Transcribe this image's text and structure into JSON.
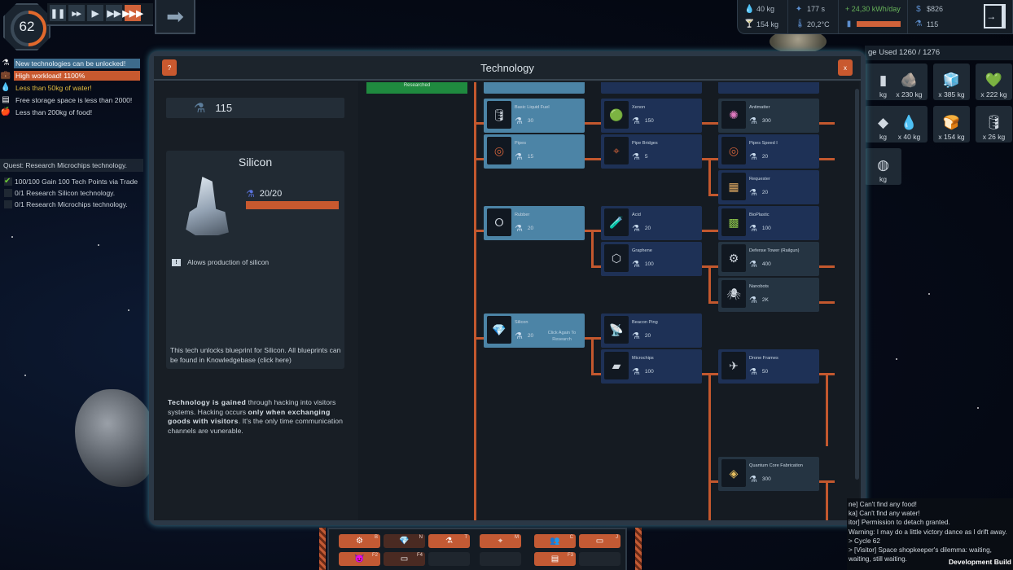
{
  "hud": {
    "cycle": "62",
    "speed_buttons": [
      {
        "name": "pause",
        "glyph": "❚❚"
      },
      {
        "name": "slow",
        "glyph": "▸▸"
      },
      {
        "name": "play",
        "glyph": "▶"
      },
      {
        "name": "fast",
        "glyph": "▶▶"
      },
      {
        "name": "fastest",
        "glyph": "▶▶▶"
      }
    ],
    "next_glyph": "➡"
  },
  "stats": {
    "water": "40 kg",
    "food": "154 kg",
    "time": "177 s",
    "temperature": "20,2°C",
    "energy": "+ 24,30 kWh/day",
    "money": "$826",
    "tech_points": "115"
  },
  "notifications": [
    {
      "icon": "flask",
      "text": "New technologies can be unlocked!",
      "style": "blue"
    },
    {
      "icon": "briefcase",
      "text": "High workload! 1100%",
      "style": "orange"
    },
    {
      "icon": "drop",
      "text": "Less than 50kg of water!",
      "style": "yellow"
    },
    {
      "icon": "storage",
      "text": "Free storage space is less than 2000!",
      "style": "plain"
    },
    {
      "icon": "apple",
      "text": "Less than 200kg of food!",
      "style": "plain"
    }
  ],
  "quest": {
    "title": "Quest: Research Microchips technology.",
    "items": [
      {
        "done": true,
        "text": "100/100 Gain 100 Tech Points via Trade"
      },
      {
        "done": false,
        "text": "0/1 Research Silicon technology."
      },
      {
        "done": false,
        "text": "0/1 Research Microchips technology."
      }
    ]
  },
  "window": {
    "title": "Technology",
    "help_label": "?",
    "close_label": "x"
  },
  "left_pane": {
    "points": "115",
    "selected": {
      "name": "Silicon",
      "progress": "20/20",
      "description": "Alows production of silicon",
      "footer": "This tech unlocks blueprint for Silicon. All blueprints can be found in Knowledgebase (click here)"
    },
    "explain": {
      "b1": "Technology is gained",
      "t1": " through hacking into visitors systems. Hacking occurs ",
      "b2": "only when exchanging goods with visitors",
      "t2": ". It's the only time communication channels are vunerable."
    }
  },
  "tree": {
    "researched_label": "Researched",
    "nodes": [
      {
        "name": "Basic Liquid Fuel",
        "cost": "30",
        "style": "light",
        "icon": "🛢"
      },
      {
        "name": "Pipes",
        "cost": "15",
        "style": "light",
        "icon": "◎"
      },
      {
        "name": "Rubber",
        "cost": "20",
        "style": "light",
        "icon": "⭘"
      },
      {
        "name": "Silicon",
        "cost": "20",
        "style": "light",
        "icon": "💎",
        "note": "Click Again To Research"
      },
      {
        "name": "Xenon",
        "cost": "150",
        "style": "dark",
        "icon": "🟢"
      },
      {
        "name": "Pipe Bridges",
        "cost": "5",
        "style": "dark",
        "icon": "⌖"
      },
      {
        "name": "Acid",
        "cost": "20",
        "style": "dark",
        "icon": "🧪"
      },
      {
        "name": "Graphene",
        "cost": "100",
        "style": "dark",
        "icon": "⬡"
      },
      {
        "name": "Beacon Ping",
        "cost": "20",
        "style": "dark",
        "icon": "📡"
      },
      {
        "name": "Microchips",
        "cost": "100",
        "style": "dark",
        "icon": "▰"
      },
      {
        "name": "Antimatter",
        "cost": "300",
        "style": "grey",
        "icon": "✺"
      },
      {
        "name": "Pipes Speed I",
        "cost": "20",
        "style": "dark",
        "icon": "◎"
      },
      {
        "name": "Requester",
        "cost": "20",
        "style": "dark",
        "icon": "▦"
      },
      {
        "name": "BioPlastic",
        "cost": "100",
        "style": "dark",
        "icon": "▩"
      },
      {
        "name": "Defense Tower (Railgun)",
        "cost": "400",
        "style": "grey",
        "icon": "⚙"
      },
      {
        "name": "Nanobots",
        "cost": "2K",
        "style": "grey",
        "icon": "🕷"
      },
      {
        "name": "Drone Frames",
        "cost": "50",
        "style": "dark",
        "icon": "✈"
      },
      {
        "name": "Quantum Core Fabrication",
        "cost": "300",
        "style": "grey",
        "icon": "◈"
      }
    ]
  },
  "storage": {
    "header": "ge Used 1260 / 1276",
    "slots": [
      {
        "qty": "kg",
        "icon": "▮"
      },
      {
        "qty": "x 230 kg",
        "icon": "🪨"
      },
      {
        "qty": "x 385 kg",
        "icon": "🧊"
      },
      {
        "qty": "x 222 kg",
        "icon": "💚"
      },
      {
        "qty": "kg",
        "icon": "◆"
      },
      {
        "qty": "x 40 kg",
        "icon": "💧"
      },
      {
        "qty": "x 154 kg",
        "icon": "🍞"
      },
      {
        "qty": "x 26 kg",
        "icon": "🛢"
      },
      {
        "qty": "kg",
        "icon": "◍"
      }
    ]
  },
  "log": {
    "lines": [
      "ne] Can't find any food!",
      "ka] Can't find any water!",
      "itor] Permission to detach granted.",
      "Warning: I may do a little victory dance as I drift away.",
      "> Cycle 62",
      "> [Visitor] Space shopkeeper's dilemma: waiting, waiting, still waiting."
    ],
    "dev_build": "Development Build"
  },
  "toolbar": {
    "buttons": [
      {
        "key": "B",
        "icon": "⚙",
        "style": ""
      },
      {
        "key": "N",
        "icon": "💎",
        "style": "dim"
      },
      {
        "key": "T",
        "icon": "⚗",
        "style": ""
      },
      {
        "key": "M",
        "icon": "⌖",
        "style": ""
      },
      {
        "key": "C",
        "icon": "👥",
        "style": ""
      },
      {
        "key": "J",
        "icon": "▭",
        "style": ""
      },
      {
        "key": "F2",
        "icon": "😈",
        "style": ""
      },
      {
        "key": "F4",
        "icon": "▭",
        "style": "dim"
      },
      {
        "key": "F3",
        "icon": "▤",
        "style": ""
      }
    ]
  }
}
